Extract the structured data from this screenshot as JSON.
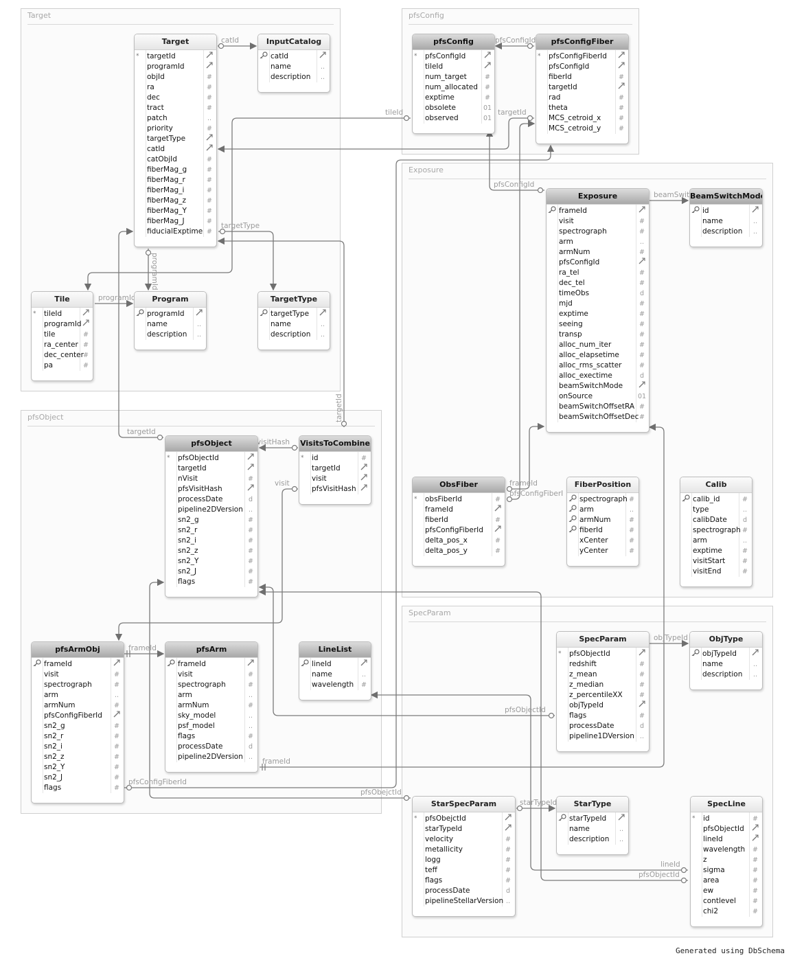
{
  "groups": [
    {
      "id": "g-target",
      "title": "Target"
    },
    {
      "id": "g-pfsconfig",
      "title": "pfsConfig"
    },
    {
      "id": "g-exposure",
      "title": "Exposure"
    },
    {
      "id": "g-pfsobject",
      "title": "pfsObject"
    },
    {
      "id": "g-specparam",
      "title": "SpecParam"
    }
  ],
  "tables": [
    {
      "id": "Target",
      "name": "Target",
      "dark": false,
      "fields": [
        {
          "n": "targetId",
          "m": "*",
          "t": "link"
        },
        {
          "n": "programId",
          "t": "link"
        },
        {
          "n": "objId",
          "t": "#"
        },
        {
          "n": "ra",
          "t": "#"
        },
        {
          "n": "dec",
          "t": "#"
        },
        {
          "n": "tract",
          "t": "#"
        },
        {
          "n": "patch",
          "t": ".."
        },
        {
          "n": "priority",
          "t": "#"
        },
        {
          "n": "targetType",
          "t": "link"
        },
        {
          "n": "catId",
          "t": "link"
        },
        {
          "n": "catObjId",
          "t": "#"
        },
        {
          "n": "fiberMag_g",
          "t": "#"
        },
        {
          "n": "fiberMag_r",
          "t": "#"
        },
        {
          "n": "fiberMag_i",
          "t": "#"
        },
        {
          "n": "fiberMag_z",
          "t": "#"
        },
        {
          "n": "fiberMag_Y",
          "t": "#"
        },
        {
          "n": "fiberMag_J",
          "t": "#"
        },
        {
          "n": "fiducialExptime",
          "t": "#"
        }
      ]
    },
    {
      "id": "InputCatalog",
      "name": "InputCatalog",
      "dark": false,
      "fields": [
        {
          "n": "catId",
          "m": "key",
          "t": "link"
        },
        {
          "n": "name",
          "t": ".."
        },
        {
          "n": "description",
          "t": ".."
        }
      ]
    },
    {
      "id": "Tile",
      "name": "Tile",
      "dark": false,
      "fields": [
        {
          "n": "tileId",
          "m": "*",
          "t": "link"
        },
        {
          "n": "programId",
          "t": "link"
        },
        {
          "n": "tile",
          "t": "#"
        },
        {
          "n": "ra_center",
          "t": "#"
        },
        {
          "n": "dec_center",
          "t": "#"
        },
        {
          "n": "pa",
          "t": "#"
        }
      ]
    },
    {
      "id": "Program",
      "name": "Program",
      "dark": false,
      "fields": [
        {
          "n": "programId",
          "m": "key",
          "t": "link"
        },
        {
          "n": "name",
          "t": ".."
        },
        {
          "n": "description",
          "t": ".."
        }
      ]
    },
    {
      "id": "TargetType",
      "name": "TargetType",
      "dark": false,
      "fields": [
        {
          "n": "targetType",
          "m": "key",
          "t": "link"
        },
        {
          "n": "name",
          "t": ".."
        },
        {
          "n": "description",
          "t": ".."
        }
      ]
    },
    {
      "id": "pfsConfig",
      "name": "pfsConfig",
      "dark": true,
      "fields": [
        {
          "n": "pfsConfigId",
          "m": "*",
          "t": "link"
        },
        {
          "n": "tileId",
          "t": "link"
        },
        {
          "n": "num_target",
          "t": "#"
        },
        {
          "n": "num_allocated",
          "t": "#"
        },
        {
          "n": "exptime",
          "t": "#"
        },
        {
          "n": "obsolete",
          "t": "01"
        },
        {
          "n": "observed",
          "t": "01"
        }
      ]
    },
    {
      "id": "pfsConfigFiber",
      "name": "pfsConfigFiber",
      "dark": true,
      "fields": [
        {
          "n": "pfsConfigFiberId",
          "m": "*",
          "t": "link"
        },
        {
          "n": "pfsConfigId",
          "t": "link"
        },
        {
          "n": "fiberId",
          "t": "#"
        },
        {
          "n": "targetId",
          "t": "link"
        },
        {
          "n": "rad",
          "t": "#"
        },
        {
          "n": "theta",
          "t": "#"
        },
        {
          "n": "MCS_cetroid_x",
          "t": "#"
        },
        {
          "n": "MCS_cetroid_y",
          "t": "#"
        }
      ]
    },
    {
      "id": "Exposure",
      "name": "Exposure",
      "dark": true,
      "fields": [
        {
          "n": "frameId",
          "m": "key",
          "t": "link"
        },
        {
          "n": "visit",
          "t": "#"
        },
        {
          "n": "spectrograph",
          "t": "#"
        },
        {
          "n": "arm",
          "t": ".."
        },
        {
          "n": "armNum",
          "t": "#"
        },
        {
          "n": "pfsConfigId",
          "t": "link"
        },
        {
          "n": "ra_tel",
          "t": "#"
        },
        {
          "n": "dec_tel",
          "t": "#"
        },
        {
          "n": "timeObs",
          "t": "d"
        },
        {
          "n": "mjd",
          "t": "#"
        },
        {
          "n": "exptime",
          "t": "#"
        },
        {
          "n": "seeing",
          "t": "#"
        },
        {
          "n": "transp",
          "t": "#"
        },
        {
          "n": "alloc_num_iter",
          "t": "#"
        },
        {
          "n": "alloc_elapsetime",
          "t": "#"
        },
        {
          "n": "alloc_rms_scatter",
          "t": "#"
        },
        {
          "n": "alloc_exectime",
          "t": "d"
        },
        {
          "n": "beamSwitchMode",
          "t": "link"
        },
        {
          "n": "onSource",
          "t": "01"
        },
        {
          "n": "beamSwitchOffsetRA",
          "t": "#"
        },
        {
          "n": "beamSwitchOffsetDec",
          "t": "#"
        }
      ]
    },
    {
      "id": "BeamSwitchMode",
      "name": "BeamSwitchMode",
      "dark": true,
      "fields": [
        {
          "n": "id",
          "m": "key",
          "t": "link"
        },
        {
          "n": "name",
          "t": ".."
        },
        {
          "n": "description",
          "t": ".."
        }
      ]
    },
    {
      "id": "ObsFiber",
      "name": "ObsFiber",
      "dark": true,
      "fields": [
        {
          "n": "obsFiberId",
          "m": "*",
          "t": "#"
        },
        {
          "n": "frameId",
          "t": "link"
        },
        {
          "n": "fiberId",
          "t": "#"
        },
        {
          "n": "pfsConfigFiberId",
          "t": "link"
        },
        {
          "n": "delta_pos_x",
          "t": "#"
        },
        {
          "n": "delta_pos_y",
          "t": "#"
        }
      ]
    },
    {
      "id": "FiberPosition",
      "name": "FiberPosition",
      "dark": false,
      "fields": [
        {
          "n": "spectrograph",
          "m": "key",
          "t": "#"
        },
        {
          "n": "arm",
          "m": "key",
          "t": ".."
        },
        {
          "n": "armNum",
          "m": "key",
          "t": "#"
        },
        {
          "n": "fiberId",
          "m": "key",
          "t": "#"
        },
        {
          "n": "xCenter",
          "t": "#"
        },
        {
          "n": "yCenter",
          "t": "#"
        }
      ]
    },
    {
      "id": "Calib",
      "name": "Calib",
      "dark": false,
      "fields": [
        {
          "n": "calib_id",
          "m": "key",
          "t": "#"
        },
        {
          "n": "type",
          "t": ".."
        },
        {
          "n": "calibDate",
          "t": "d"
        },
        {
          "n": "spectrograph",
          "t": "#"
        },
        {
          "n": "arm",
          "t": ".."
        },
        {
          "n": "exptime",
          "t": "#"
        },
        {
          "n": "visitStart",
          "t": "#"
        },
        {
          "n": "visitEnd",
          "t": "#"
        }
      ]
    },
    {
      "id": "pfsObject",
      "name": "pfsObject",
      "dark": true,
      "fields": [
        {
          "n": "pfsObjectId",
          "m": "*",
          "t": "link"
        },
        {
          "n": "targetId",
          "t": "link"
        },
        {
          "n": "nVisit",
          "t": "#"
        },
        {
          "n": "pfsVisitHash",
          "t": "link"
        },
        {
          "n": "processDate",
          "t": "d"
        },
        {
          "n": "pipeline2DVersion",
          "t": ".."
        },
        {
          "n": "sn2_g",
          "t": "#"
        },
        {
          "n": "sn2_r",
          "t": "#"
        },
        {
          "n": "sn2_i",
          "t": "#"
        },
        {
          "n": "sn2_z",
          "t": "#"
        },
        {
          "n": "sn2_Y",
          "t": "#"
        },
        {
          "n": "sn2_J",
          "t": "#"
        },
        {
          "n": "flags",
          "t": "#"
        }
      ]
    },
    {
      "id": "VisitsToCombine",
      "name": "VisitsToCombine",
      "dark": true,
      "fields": [
        {
          "n": "id",
          "m": "*",
          "t": "#"
        },
        {
          "n": "targetId",
          "t": "link"
        },
        {
          "n": "visit",
          "t": "link"
        },
        {
          "n": "pfsVisitHash",
          "t": "link"
        }
      ]
    },
    {
      "id": "pfsArmObj",
      "name": "pfsArmObj",
      "dark": true,
      "fields": [
        {
          "n": "frameId",
          "m": "key",
          "t": "link"
        },
        {
          "n": "visit",
          "t": "#"
        },
        {
          "n": "spectrograph",
          "t": "#"
        },
        {
          "n": "arm",
          "t": ".."
        },
        {
          "n": "armNum",
          "t": "#"
        },
        {
          "n": "pfsConfigFiberId",
          "t": "link"
        },
        {
          "n": "sn2_g",
          "t": "#"
        },
        {
          "n": "sn2_r",
          "t": "#"
        },
        {
          "n": "sn2_i",
          "t": "#"
        },
        {
          "n": "sn2_z",
          "t": "#"
        },
        {
          "n": "sn2_Y",
          "t": "#"
        },
        {
          "n": "sn2_J",
          "t": "#"
        },
        {
          "n": "flags",
          "t": "#"
        }
      ]
    },
    {
      "id": "pfsArm",
      "name": "pfsArm",
      "dark": true,
      "fields": [
        {
          "n": "frameId",
          "m": "key",
          "t": "link"
        },
        {
          "n": "visit",
          "t": "#"
        },
        {
          "n": "spectrograph",
          "t": "#"
        },
        {
          "n": "arm",
          "t": ".."
        },
        {
          "n": "armNum",
          "t": "#"
        },
        {
          "n": "sky_model",
          "t": ".."
        },
        {
          "n": "psf_model",
          "t": ".."
        },
        {
          "n": "flags",
          "t": "#"
        },
        {
          "n": "processDate",
          "t": "d"
        },
        {
          "n": "pipeline2DVersion",
          "t": ".."
        }
      ]
    },
    {
      "id": "LineList",
      "name": "LineList",
      "dark": true,
      "fields": [
        {
          "n": "lineId",
          "m": "key",
          "t": "link"
        },
        {
          "n": "name",
          "t": ".."
        },
        {
          "n": "wavelength",
          "t": "#"
        }
      ]
    },
    {
      "id": "SpecParam",
      "name": "SpecParam",
      "dark": false,
      "fields": [
        {
          "n": "pfsObjectId",
          "m": "*",
          "t": "link"
        },
        {
          "n": "redshift",
          "t": "#"
        },
        {
          "n": "z_mean",
          "t": "#"
        },
        {
          "n": "z_median",
          "t": "#"
        },
        {
          "n": "z_percentileXX",
          "t": "#"
        },
        {
          "n": "objTypeId",
          "t": "link"
        },
        {
          "n": "flags",
          "t": "#"
        },
        {
          "n": "processDate",
          "t": "d"
        },
        {
          "n": "pipeline1DVersion",
          "t": ".."
        }
      ]
    },
    {
      "id": "ObjType",
      "name": "ObjType",
      "dark": false,
      "fields": [
        {
          "n": "objTypeId",
          "m": "key",
          "t": "link"
        },
        {
          "n": "name",
          "t": ".."
        },
        {
          "n": "description",
          "t": ".."
        }
      ]
    },
    {
      "id": "StarSpecParam",
      "name": "StarSpecParam",
      "dark": false,
      "fields": [
        {
          "n": "pfsObejctId",
          "m": "*",
          "t": "link"
        },
        {
          "n": "starTypeId",
          "t": "link"
        },
        {
          "n": "velocity",
          "t": "#"
        },
        {
          "n": "metallicity",
          "t": "#"
        },
        {
          "n": "logg",
          "t": "#"
        },
        {
          "n": "teff",
          "t": "#"
        },
        {
          "n": "flags",
          "t": "#"
        },
        {
          "n": "processDate",
          "t": "d"
        },
        {
          "n": "pipelineStellarVersion",
          "t": ".."
        }
      ]
    },
    {
      "id": "StarType",
      "name": "StarType",
      "dark": false,
      "fields": [
        {
          "n": "starTypeId",
          "m": "key",
          "t": "link"
        },
        {
          "n": "name",
          "t": ".."
        },
        {
          "n": "description",
          "t": ".."
        }
      ]
    },
    {
      "id": "SpecLine",
      "name": "SpecLine",
      "dark": false,
      "fields": [
        {
          "n": "id",
          "m": "*",
          "t": "#"
        },
        {
          "n": "pfsObjectId",
          "t": "link"
        },
        {
          "n": "lineId",
          "t": "link"
        },
        {
          "n": "wavelength",
          "t": "#"
        },
        {
          "n": "z",
          "t": "#"
        },
        {
          "n": "sigma",
          "t": "#"
        },
        {
          "n": "area",
          "t": "#"
        },
        {
          "n": "ew",
          "t": "#"
        },
        {
          "n": "contlevel",
          "t": "#"
        },
        {
          "n": "chi2",
          "t": "#"
        }
      ]
    }
  ],
  "relation_labels": [
    {
      "id": "catId",
      "text": "catId"
    },
    {
      "id": "tileId",
      "text": "tileId"
    },
    {
      "id": "pfsConfigId",
      "text": "pfsConfigId"
    },
    {
      "id": "targetId-cf",
      "text": "targetId"
    },
    {
      "id": "pfsConfigId-exp",
      "text": "pfsConfigId"
    },
    {
      "id": "beamSwitch",
      "text": "beamSwitc"
    },
    {
      "id": "targetType",
      "text": "targetType"
    },
    {
      "id": "programId-v",
      "text": "programId"
    },
    {
      "id": "programId-tile",
      "text": "programId"
    },
    {
      "id": "targetId-obj",
      "text": "targetId"
    },
    {
      "id": "visitHash",
      "text": "visitHash"
    },
    {
      "id": "visit",
      "text": "visit"
    },
    {
      "id": "targetId-v",
      "text": "targetId"
    },
    {
      "id": "frameId-obs",
      "text": "frameId"
    },
    {
      "id": "pfsConfigFiber-obs",
      "text": "pfsConfigFiberI"
    },
    {
      "id": "frameId-arm",
      "text": "frameId"
    },
    {
      "id": "objTypeId",
      "text": "objTypeId"
    },
    {
      "id": "pfsObjectId-sp",
      "text": "pfsObjectId"
    },
    {
      "id": "frameId-pfsarm",
      "text": "frameId"
    },
    {
      "id": "pfsConfigFiberId-arm",
      "text": "pfsConfigFiberId"
    },
    {
      "id": "pfsObejctId",
      "text": "pfsObejctId"
    },
    {
      "id": "starTypeId",
      "text": "starTypeId"
    },
    {
      "id": "lineId",
      "text": "lineId"
    },
    {
      "id": "pfsObjectId-sl",
      "text": "pfsObjectId"
    }
  ],
  "footer": "Generated using DbSchema"
}
